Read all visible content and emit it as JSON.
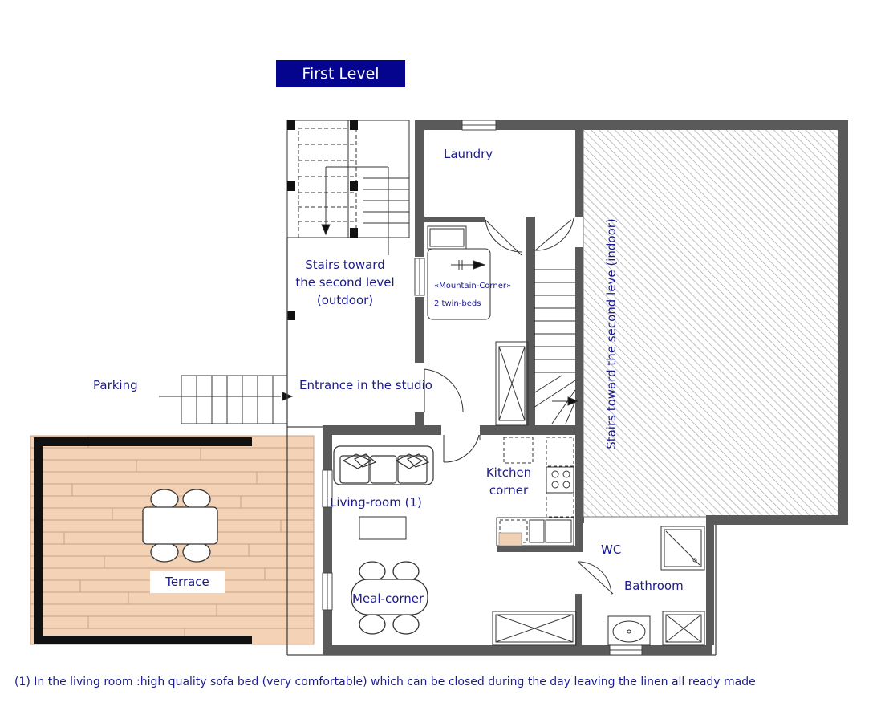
{
  "title": "First Level",
  "rooms": {
    "laundry": "Laundry",
    "stairs_outdoor": [
      "Stairs toward",
      "the second level",
      "(outdoor)"
    ],
    "mountain_corner": "«Mountain-Corner»",
    "twin_beds": "2 twin-beds",
    "stairs_indoor": "Stairs toward the second leve (indoor)",
    "parking": "Parking",
    "entrance": "Entrance in the studio",
    "kitchen": [
      "Kitchen",
      "corner"
    ],
    "living_room": "Living-room (1)",
    "meal_corner": "Meal-corner",
    "terrace": "Terrace",
    "wc": "WC",
    "bathroom": "Bathroom"
  },
  "footnote": "(1) In the living room :high quality sofa bed (very comfortable) which can be closed during the day leaving the linen all ready made",
  "colors": {
    "wall": "#595959",
    "title_bg": "#04048f",
    "label_text": "#1b1b8f",
    "terrace_wood": "#f3d2b5",
    "terrace_lines": "#c7a387",
    "hatch": "#aaaaaa"
  }
}
